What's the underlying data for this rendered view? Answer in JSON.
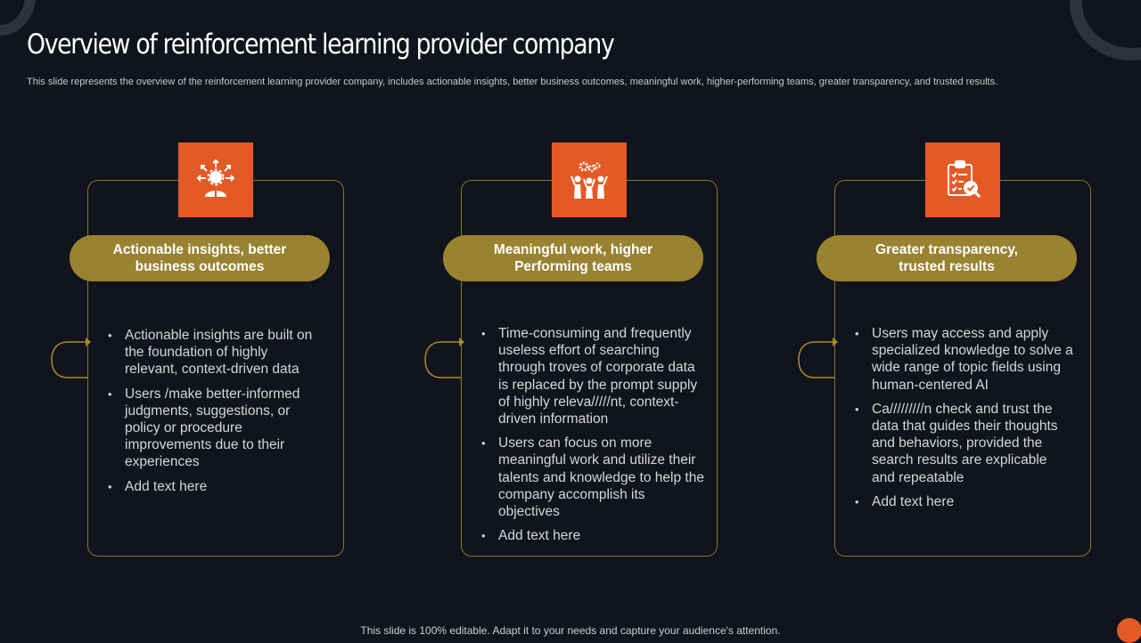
{
  "header": {
    "title": "Overview of reinforcement learning provider company",
    "subtitle": "This slide represents the overview of the reinforcement learning provider company, includes actionable insights, better business outcomes, meaningful work, higher-performing teams, greater transparency, and trusted results."
  },
  "cards": [
    {
      "icon": "insights-person-icon",
      "heading_line1": "Actionable insights, better",
      "heading_line2": "business outcomes",
      "bullets": [
        "Actionable insights are built on the foundation of highly relevant,  context-driven  data",
        "Users /make better-informed judgments, suggestions, or policy or procedure improvements due to their experiences",
        "Add text here"
      ]
    },
    {
      "icon": "team-gears-icon",
      "heading_line1": "Meaningful work, higher",
      "heading_line2": "Performing teams",
      "bullets": [
        "Time-consuming and frequently useless effort of searching through troves of corporate data is replaced by the prompt supply of highly releva/////nt,  context-driven information",
        "Users can focus on more meaningful work and utilize their talents and knowledge to help the company accomplish its objectives",
        "Add text here"
      ]
    },
    {
      "icon": "clipboard-check-icon",
      "heading_line1": "Greater transparency,",
      "heading_line2": "trusted results",
      "bullets": [
        "Users may access and apply specialized knowledge to solve a wide range of topic fields using human-centered  AI",
        "Ca/////////n  check and trust the data that guides their thoughts and behaviors, provided the search results  are explicable and repeatable",
        "Add text here"
      ]
    }
  ],
  "footer": {
    "text": "This slide is 100% editable. Adapt it to your needs and capture your audience's attention."
  },
  "colors": {
    "background": "#11141c",
    "accent_orange": "#e35a26",
    "pill_gold": "#998230",
    "card_border": "#8a7530"
  }
}
